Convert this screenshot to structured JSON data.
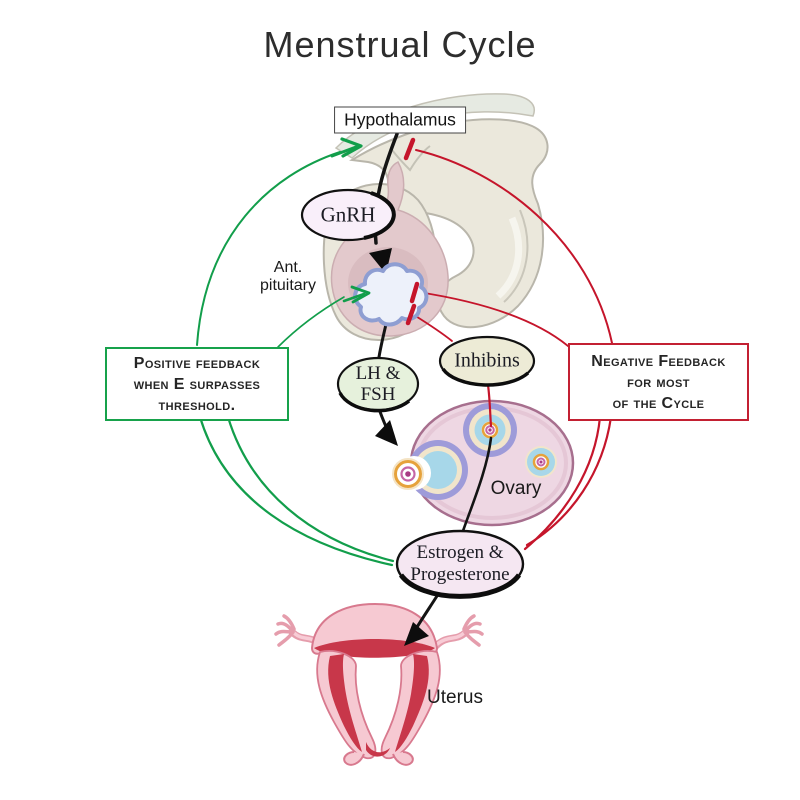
{
  "title": "Menstrual Cycle",
  "anatomy_labels": {
    "hypothalamus": "Hypothalamus",
    "ant_pituitary": [
      "Ant.",
      "pituitary"
    ],
    "ovary": "Ovary",
    "uterus": "Uterus"
  },
  "hormone_nodes": {
    "gnrh": "GnRH",
    "lh_fsh": [
      "LH &",
      "FSH"
    ],
    "inhibins": "Inhibins",
    "estrogen_progesterone": [
      "Estrogen &",
      "Progesterone"
    ]
  },
  "feedback_boxes": {
    "positive": {
      "lines": [
        "Positive feedback",
        "when E surpasses",
        "threshold."
      ],
      "border_color": "#17a24b"
    },
    "negative": {
      "lines": [
        "Negative Feedback",
        "for most",
        "of the Cycle"
      ],
      "border_color": "#c32032"
    }
  },
  "colors": {
    "stimulation_green": "#129e4b",
    "inhibition_red": "#c5152b",
    "connector_black": "#141414",
    "gnrh_fill": "#f9effa",
    "lh_fsh_fill": "#e6f1dc",
    "inhibins_fill": "#edebd6",
    "estrogen_fill": "#f5e7f2",
    "ovary_fill": "#eed7e3",
    "follicle_ring_purple": "#9e9bd9",
    "follicle_blue": "#a7d7e9",
    "uterus_pink": "#f5c8d1",
    "endometrium_red": "#c8374a"
  },
  "icons": {
    "stimulation": "stimulation-arrow-icon",
    "inhibition": "inhibition-bar-icon"
  }
}
